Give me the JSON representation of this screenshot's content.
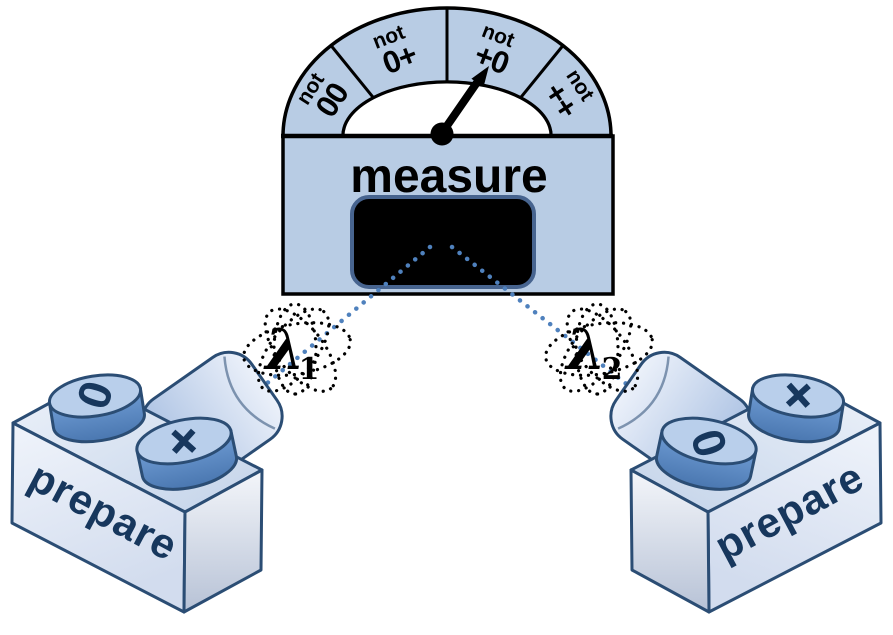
{
  "measure_device": {
    "label": "measure",
    "gauge": {
      "sectors": [
        {
          "prefix": "not",
          "value": "00"
        },
        {
          "prefix": "not",
          "value": "0+"
        },
        {
          "prefix": "not",
          "value": "+0"
        },
        {
          "prefix": "not",
          "value": "++"
        }
      ],
      "needle_points_to": "not +0"
    }
  },
  "particles": {
    "left": {
      "symbol": "λ",
      "subscript": "1"
    },
    "right": {
      "symbol": "λ",
      "subscript": "2"
    }
  },
  "preparers": {
    "left": {
      "label": "prepare",
      "back_stud": "0",
      "front_stud": "+"
    },
    "right": {
      "label": "prepare",
      "back_stud": "+",
      "front_stud": "0"
    }
  },
  "icons": {
    "particle": "atom-orbits-icon",
    "preparer": "brick-with-studs-icon",
    "emitter": "funnel-icon",
    "measurement": "gauge-dial-icon"
  },
  "colors": {
    "panel_blue": "#b8cce4",
    "beam_steel_blue": "#4f81bd",
    "stud_blue": "#5b8cc8",
    "navy_text": "#17375d",
    "brick_outline": "#2b4d74",
    "display_black": "#000000"
  }
}
